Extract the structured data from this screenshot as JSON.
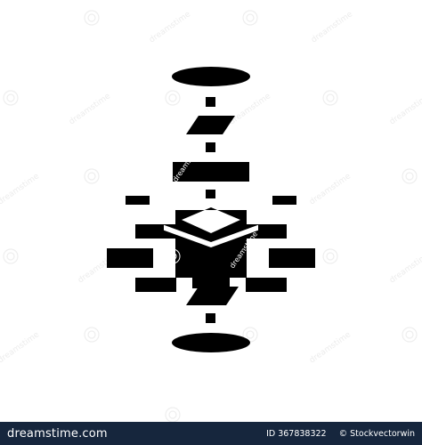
{
  "image": {
    "subject": "flowchart-glyph-icon",
    "icon_color": "#000000",
    "background_color": "#ffffff"
  },
  "watermark": {
    "text": "dreamstime",
    "color": "#e6e6e6",
    "icon": "swirl-icon"
  },
  "footer": {
    "brand": "dreamstime.com",
    "id_text": "ID 367838322",
    "separator": "©",
    "author": "Stockvectorwin",
    "background_color": "#16263d",
    "text_color": "#ffffff"
  }
}
